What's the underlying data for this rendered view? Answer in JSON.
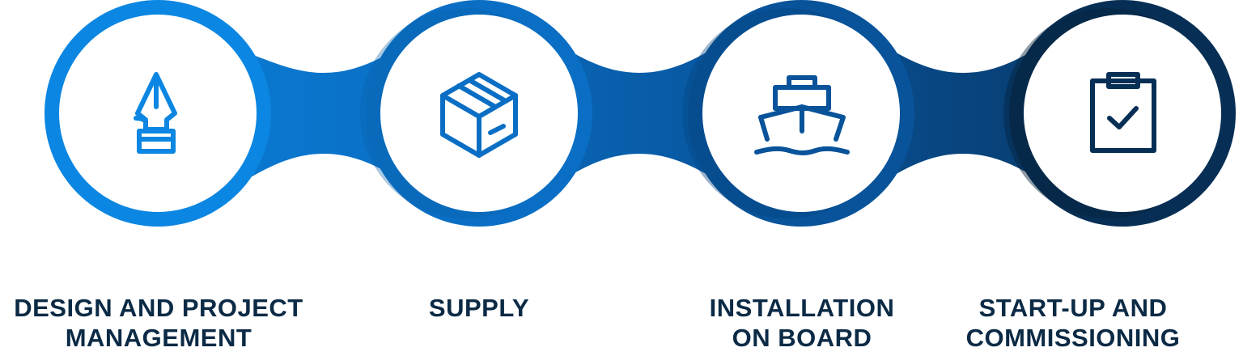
{
  "steps": [
    {
      "icon": "pen-nib-icon",
      "label_line1": "DESIGN AND PROJECT",
      "label_line2": "MANAGEMENT",
      "color": "#0b7fd6"
    },
    {
      "icon": "box-icon",
      "label_line1": "SUPPLY",
      "label_line2": "",
      "color": "#0a68b8"
    },
    {
      "icon": "ship-icon",
      "label_line1": "INSTALLATION",
      "label_line2": "ON BOARD",
      "color": "#084e8e"
    },
    {
      "icon": "clipboard-check-icon",
      "label_line1": "START-UP AND",
      "label_line2": "COMMISSIONING",
      "color": "#08355f"
    }
  ],
  "colors": {
    "text": "#0b2a45",
    "background": "#ffffff"
  }
}
